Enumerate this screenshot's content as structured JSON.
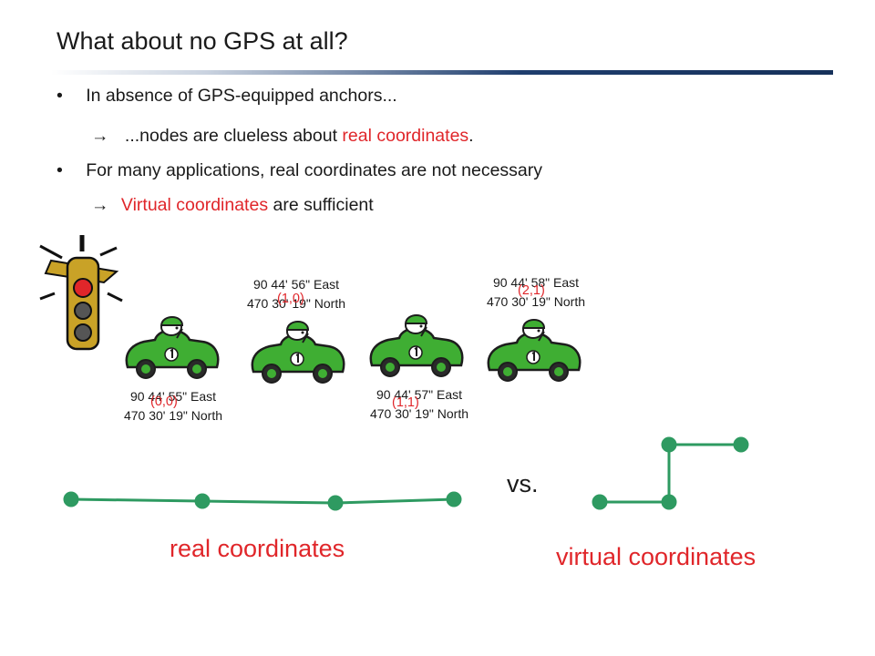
{
  "slide": {
    "title": "What about no GPS at all?",
    "bullets": [
      {
        "marker": "•",
        "text": "In absence of GPS-equipped anchors..."
      },
      {
        "marker": "→",
        "pre": "...nodes are clueless about ",
        "highlight": "real coordinates",
        "post": "."
      },
      {
        "marker": "•",
        "text": "For many applications, real coordinates are not necessary"
      },
      {
        "marker": "→",
        "pre": "",
        "highlight": "Virtual coordinates",
        "post": " are sufficient"
      }
    ]
  },
  "cars": [
    {
      "gps_line1": "90 44' 55\" East",
      "gps_line2": "470 30' 19\" North",
      "virtual": "(0,0)"
    },
    {
      "gps_line1": "90 44' 56\" East",
      "gps_line2": "470 30' 19\" North",
      "virtual": "(1,0)"
    },
    {
      "gps_line1": "90 44' 57\" East",
      "gps_line2": "470 30' 19\" North",
      "virtual": "(1,1)"
    },
    {
      "gps_line1": "90 44' 58\" East",
      "gps_line2": "470 30' 19\" North",
      "virtual": "(2,1)"
    }
  ],
  "comparison": {
    "left_caption": "real coordinates",
    "separator": "vs.",
    "right_caption": "virtual coordinates"
  },
  "colors": {
    "accent": "#e0262a",
    "graph": "#2e9a61",
    "car_body": "#3fae33",
    "title_rule": "#1f3e6e"
  }
}
